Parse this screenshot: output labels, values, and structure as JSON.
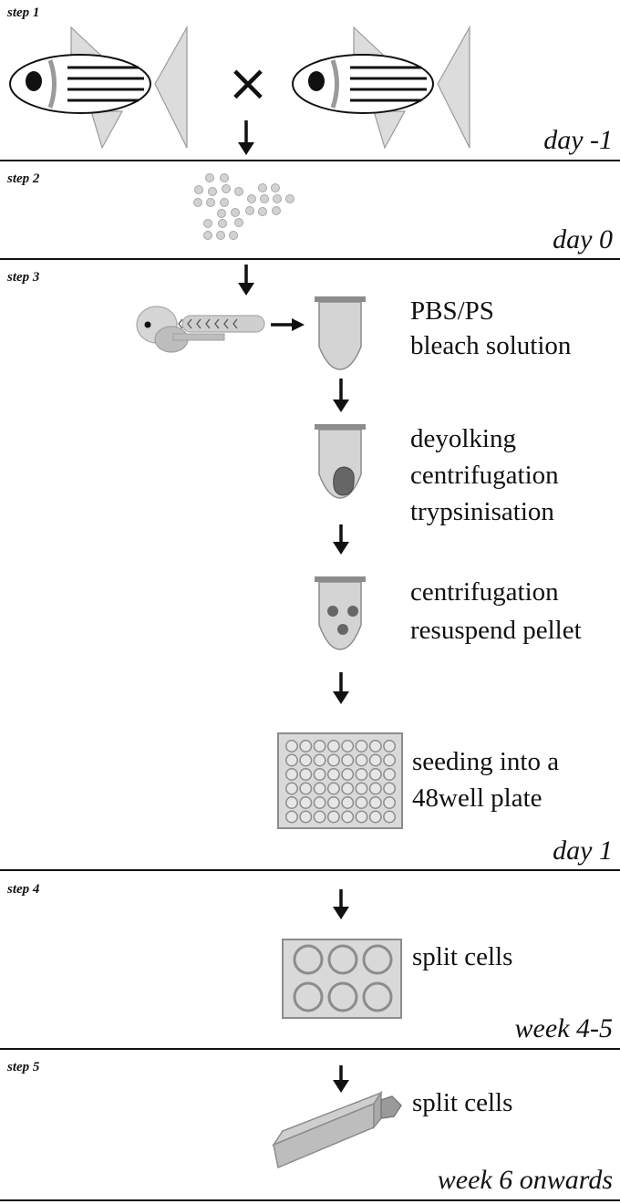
{
  "steps": [
    {
      "label": "step 1",
      "time": "day -1"
    },
    {
      "label": "step 2",
      "time": "day 0"
    },
    {
      "label": "step 3",
      "time": "day 1"
    },
    {
      "label": "step 4",
      "time": "week 4-5"
    },
    {
      "label": "step 5",
      "time": "week 6 onwards"
    }
  ],
  "cross_symbol": "×",
  "step3_labels": {
    "tube1": [
      "PBS/PS",
      "bleach solution"
    ],
    "tube2": [
      "deyolking",
      "centrifugation",
      "trypsinisation"
    ],
    "tube3": [
      "centrifugation",
      "resuspend pellet"
    ],
    "plate48": [
      "seeding into a",
      "48well plate"
    ]
  },
  "step4_label": "split cells",
  "step5_label": "split cells",
  "colors": {
    "fill_gray": "#d4d4d4",
    "outline_gray": "#8c8c8c",
    "dark_gray": "#555555",
    "line": "#111111"
  }
}
